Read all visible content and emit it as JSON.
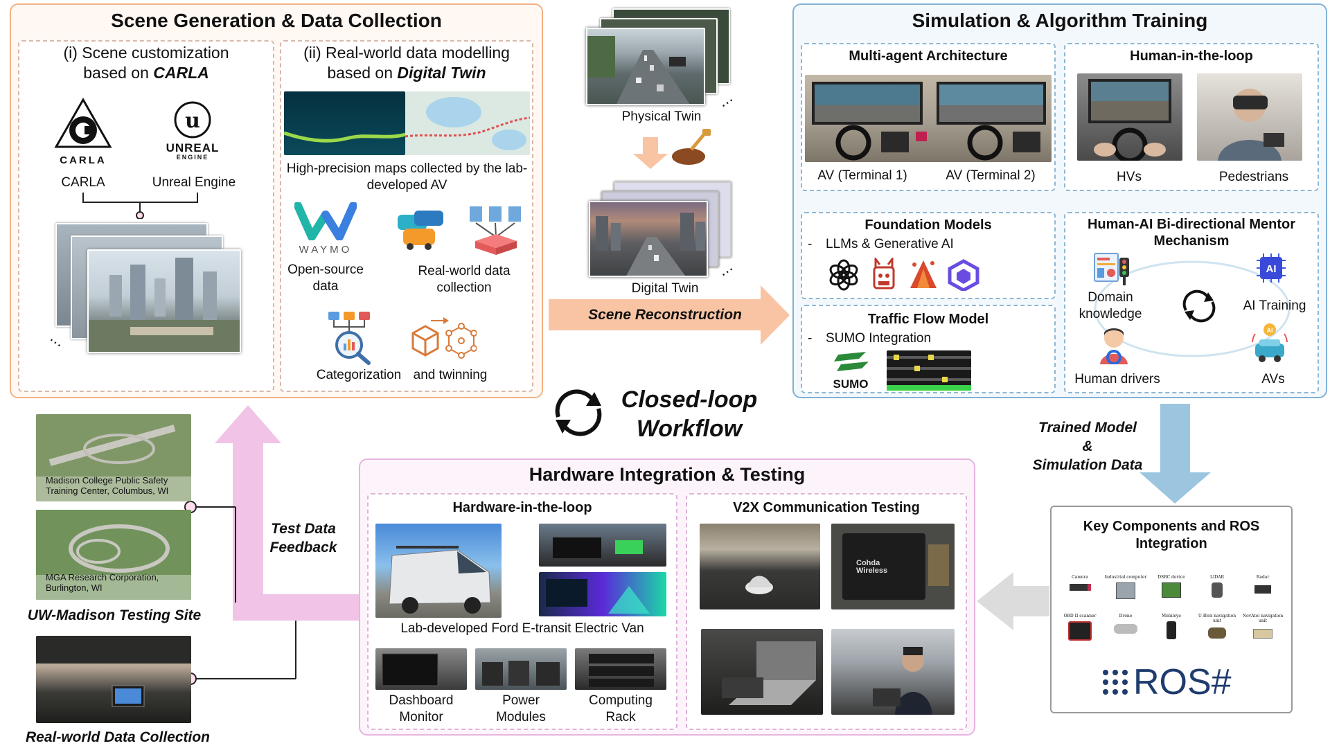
{
  "closed_loop": {
    "line1": "Closed-loop",
    "line2": "Workflow"
  },
  "scene_gen": {
    "title": "Scene Generation & Data Collection",
    "carla_section": {
      "line1": "(i) Scene customization",
      "line2_prefix": "based on ",
      "line2_em": "CARLA"
    },
    "logos": {
      "carla_wordmark": "CARLA",
      "unreal_wordmark": "UNREAL",
      "unreal_sub": "ENGINE"
    },
    "carla_label": "CARLA",
    "unreal_label": "Unreal Engine",
    "dt_section": {
      "line1": "(ii) Real-world data modelling",
      "line2_prefix": "based on ",
      "line2_em": "Digital Twin"
    },
    "maps_caption": "High-precision maps collected by the lab-developed AV",
    "waymo_wordmark": "WAYMO",
    "waymo_caption": "Open-source data",
    "realworld_caption": "Real-world data collection",
    "categorization": "Categorization",
    "twinning": "and twinning"
  },
  "twins": {
    "physical": "Physical Twin",
    "digital": "Digital Twin",
    "scene_reconstruction": "Scene Reconstruction"
  },
  "simulation": {
    "title": "Simulation & Algorithm Training",
    "multi_agent": {
      "title": "Multi-agent Architecture",
      "av1": "AV (Terminal 1)",
      "av2": "AV (Terminal 2)"
    },
    "human_loop": {
      "title": "Human-in-the-loop",
      "hvs": "HVs",
      "peds": "Pedestrians"
    },
    "foundation": {
      "title": "Foundation Models",
      "bullet": "-",
      "item": "LLMs & Generative AI"
    },
    "traffic": {
      "title": "Traffic Flow Model",
      "bullet": "-",
      "item": "SUMO Integration",
      "sumo_wordmark": "SUMO"
    },
    "mentor": {
      "title_line1": "Human-AI Bi-directional Mentor",
      "title_line2": "Mechanism",
      "domain": "Domain knowledge",
      "ai_training": "AI Training",
      "drivers": "Human drivers",
      "avs": "AVs",
      "ai_chip": "AI",
      "ai_badge": "AI"
    }
  },
  "trained_model": {
    "line1": "Trained Model",
    "line2": "&",
    "line3": "Simulation Data"
  },
  "key_components": {
    "title_line1": "Key Components and ROS",
    "title_line2": "Integration",
    "items": [
      "Camera",
      "Industrial computer",
      "DSRC device",
      "LIDAR",
      "Radar",
      "OBD II scanner",
      "Drone",
      "Mobileye",
      "U-Blox navigation unit",
      "NovAtel navigation unit"
    ],
    "ros_wordmark": "ROS#"
  },
  "hardware": {
    "title": "Hardware Integration & Testing",
    "hil_title": "Hardware-in-the-loop",
    "van_caption": "Lab-developed Ford E-transit Electric Van",
    "dashboard": "Dashboard Monitor",
    "power": "Power Modules",
    "computing": "Computing Rack",
    "v2x_title": "V2X Communication Testing",
    "cohda_wordmark": "Cohda Wireless"
  },
  "test_feedback": {
    "line1": "Test Data",
    "line2": "Feedback"
  },
  "sites": {
    "madison": "Madison College Public Safety Training Center, Columbus, WI",
    "mga": "MGA Research Corporation, Burlington, WI",
    "uw_label": "UW-Madison Testing Site",
    "realworld_label": "Real-world Data Collection"
  },
  "colors": {
    "orange_border": "#f4b183",
    "orange_bg": "#fff8f3",
    "blue_border": "#7fb2d6",
    "blue_bg": "#f3f8fc",
    "pink_border": "#e8b4df",
    "pink_bg": "#fdf4fb",
    "orange_arrow": "#f9c4a4",
    "blue_arrow": "#9cc5e0",
    "pink_arrow": "#f1c3e6",
    "gray_arrow": "#dcdcdc"
  }
}
